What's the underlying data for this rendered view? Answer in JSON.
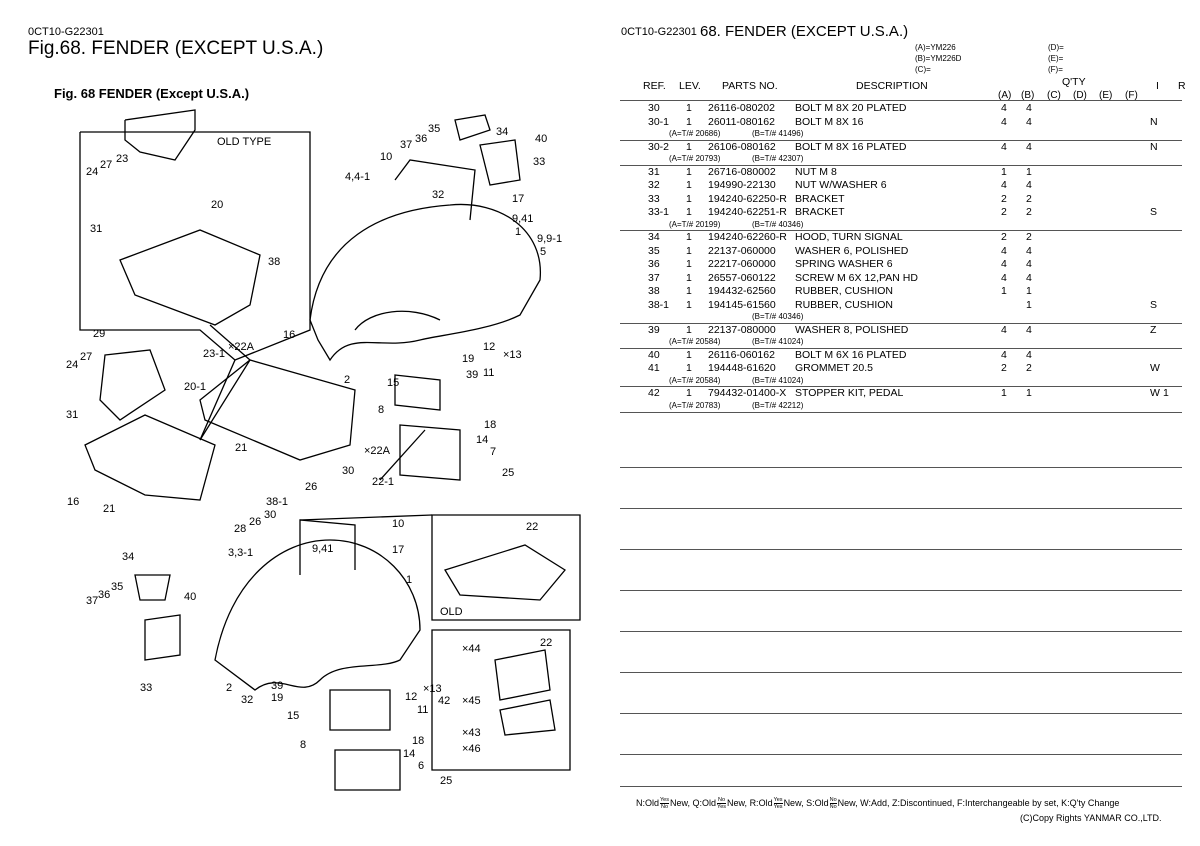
{
  "left": {
    "code": "0CT10-G22301",
    "title": "Fig.68.  FENDER  (EXCEPT U.S.A.)",
    "figure_caption": "Fig. 68   FENDER (Except U.S.A.)"
  },
  "diagram": {
    "old_type_label": "OLD TYPE",
    "old_label": "OLD",
    "callouts": [
      "35",
      "34",
      "40",
      "37",
      "36",
      "33",
      "10",
      "4,4-1",
      "17",
      "32",
      "9,41",
      "1",
      "9,9-1",
      "5",
      "27",
      "23",
      "24",
      "20",
      "31",
      "38",
      "29",
      "16",
      "×22A",
      "27",
      "24",
      "23-1",
      "20-1",
      "31",
      "19",
      "13",
      "12",
      "39",
      "11",
      "2",
      "15",
      "18",
      "14",
      "8",
      "7",
      "21",
      "30",
      "26",
      "×22A",
      "22-1",
      "25",
      "16",
      "21",
      "38-1",
      "30",
      "26",
      "28",
      "10",
      "9,41",
      "17",
      "34",
      "3,3-1",
      "1",
      "35",
      "36",
      "37",
      "40",
      "22",
      "33",
      "2",
      "32",
      "39",
      "19",
      "15",
      "13",
      "12",
      "11",
      "18",
      "14",
      "8",
      "6",
      "25",
      "×44",
      "22",
      "42",
      "×45",
      "×43",
      "×46"
    ]
  },
  "right": {
    "code": "0CT10-G22301",
    "title": "68.  FENDER  (EXCEPT U.S.A.)",
    "models": {
      "a": "(A)=YM226",
      "b": "(B)=YM226D",
      "c": "(C)=",
      "d": "(D)=",
      "e": "(E)=",
      "f": "(F)="
    },
    "headers": {
      "ref": "REF.",
      "lev": "LEV.",
      "parts_no": "PARTS NO.",
      "description": "DESCRIPTION",
      "qty": "Q'TY",
      "i": "I",
      "r": "R",
      "qty_cols": [
        "(A)",
        "(B)",
        "(C)",
        "(D)",
        "(E)",
        "(F)"
      ]
    },
    "rows": [
      {
        "ref": "30",
        "lev": "1",
        "part": "26116-080202",
        "desc": "BOLT M 8X 20 PLATED",
        "a": "4",
        "b": "4",
        "i": "",
        "r": ""
      },
      {
        "ref": "30-1",
        "lev": "1",
        "part": "26011-080162",
        "desc": "BOLT M 8X 16",
        "a": "4",
        "b": "4",
        "i": "N",
        "r": "",
        "sub_a": "(A=T/# 20686)",
        "sub_b": "(B=T/# 41496)"
      },
      {
        "ref": "30-2",
        "lev": "1",
        "part": "26106-080162",
        "desc": "BOLT M 8X 16 PLATED",
        "a": "4",
        "b": "4",
        "i": "N",
        "r": "",
        "sub_a": "(A=T/# 20793)",
        "sub_b": "(B=T/# 42307)"
      },
      {
        "ref": "31",
        "lev": "1",
        "part": "26716-080002",
        "desc": "NUT M 8",
        "a": "1",
        "b": "1",
        "i": "",
        "r": ""
      },
      {
        "ref": "32",
        "lev": "1",
        "part": "194990-22130",
        "desc": "NUT W/WASHER  6",
        "a": "4",
        "b": "4",
        "i": "",
        "r": ""
      },
      {
        "ref": "33",
        "lev": "1",
        "part": "194240-62250-R",
        "desc": "BRACKET",
        "a": "2",
        "b": "2",
        "i": "",
        "r": ""
      },
      {
        "ref": "33-1",
        "lev": "1",
        "part": "194240-62251-R",
        "desc": "BRACKET",
        "a": "2",
        "b": "2",
        "i": "S",
        "r": "",
        "sub_a": "(A=T/# 20199)",
        "sub_b": "(B=T/# 40346)"
      },
      {
        "ref": "34",
        "lev": "1",
        "part": "194240-62260-R",
        "desc": "HOOD, TURN SIGNAL",
        "a": "2",
        "b": "2",
        "i": "",
        "r": ""
      },
      {
        "ref": "35",
        "lev": "1",
        "part": "22137-060000",
        "desc": "WASHER 6, POLISHED",
        "a": "4",
        "b": "4",
        "i": "",
        "r": ""
      },
      {
        "ref": "36",
        "lev": "1",
        "part": "22217-060000",
        "desc": "SPRING WASHER  6",
        "a": "4",
        "b": "4",
        "i": "",
        "r": ""
      },
      {
        "ref": "37",
        "lev": "1",
        "part": "26557-060122",
        "desc": "SCREW M 6X 12,PAN HD",
        "a": "4",
        "b": "4",
        "i": "",
        "r": ""
      },
      {
        "ref": "38",
        "lev": "1",
        "part": "194432-62560",
        "desc": "RUBBER, CUSHION",
        "a": "1",
        "b": "1",
        "i": "",
        "r": ""
      },
      {
        "ref": "38-1",
        "lev": "1",
        "part": "194145-61560",
        "desc": "RUBBER, CUSHION",
        "a": "",
        "b": "1",
        "i": "S",
        "r": "",
        "sub_a": "",
        "sub_b": "(B=T/# 40346)"
      },
      {
        "ref": "39",
        "lev": "1",
        "part": "22137-080000",
        "desc": "WASHER 8, POLISHED",
        "a": "4",
        "b": "4",
        "i": "Z",
        "r": "",
        "sub_a": "(A=T/# 20584)",
        "sub_b": "(B=T/# 41024)"
      },
      {
        "ref": "40",
        "lev": "1",
        "part": "26116-060162",
        "desc": "BOLT M 6X 16 PLATED",
        "a": "4",
        "b": "4",
        "i": "",
        "r": ""
      },
      {
        "ref": "41",
        "lev": "1",
        "part": "194448-61620",
        "desc": "GROMMET  20.5",
        "a": "2",
        "b": "2",
        "i": "W",
        "r": "",
        "sub_a": "(A=T/# 20584)",
        "sub_b": "(B=T/# 41024)"
      },
      {
        "ref": "42",
        "lev": "1",
        "part": "794432-01400-X",
        "desc": "STOPPER KIT, PEDAL",
        "a": "1",
        "b": "1",
        "i": "W",
        "r": "1",
        "sub_a": "(A=T/# 20783)",
        "sub_b": "(B=T/# 42212)"
      }
    ],
    "legend": {
      "n": "N:Old",
      "n2": "New,",
      "q": "Q:Old",
      "q2": "New,",
      "r": "R:Old",
      "r2": "New,",
      "s": "S:Old",
      "s2": "New,",
      "rest": "W:Add, Z:Discontinued, F:Interchangeable by set, K:Q'ty Change",
      "yes": "Yes",
      "no": "No"
    },
    "copyright": "(C)Copy Rights YANMAR CO.,LTD."
  }
}
